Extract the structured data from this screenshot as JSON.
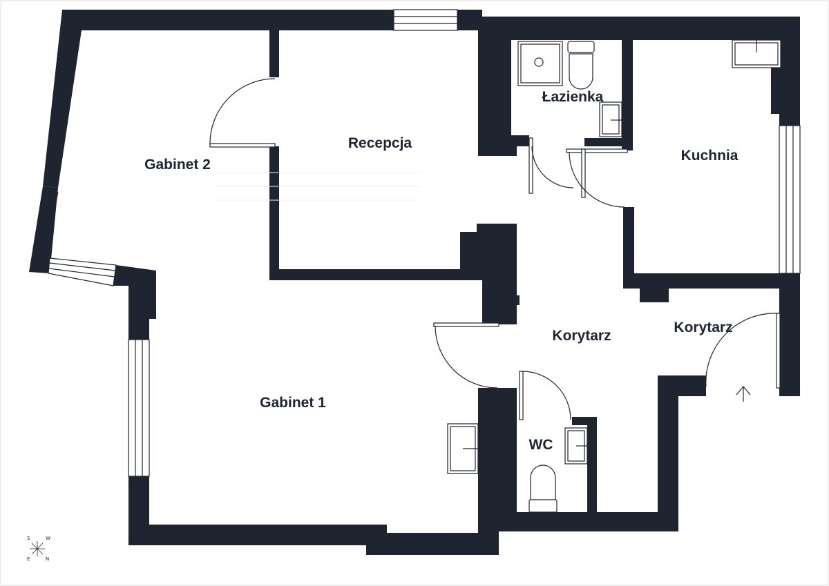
{
  "plan": {
    "rooms": [
      {
        "id": "gabinet-2",
        "label": "Gabinet 2"
      },
      {
        "id": "recepcja",
        "label": "Recepcja"
      },
      {
        "id": "lazienka",
        "label": "Łazienka"
      },
      {
        "id": "kuchnia",
        "label": "Kuchnia"
      },
      {
        "id": "korytarz-1",
        "label": "Korytarz"
      },
      {
        "id": "korytarz-2",
        "label": "Korytarz"
      },
      {
        "id": "gabinet-1",
        "label": "Gabinet 1"
      },
      {
        "id": "wc",
        "label": "WC"
      }
    ],
    "compass": {
      "s": "S",
      "w": "W",
      "e": "E",
      "n": "N"
    },
    "colors": {
      "wall": "#1e2530",
      "background": "#ffffff",
      "fixture_line": "#1e2530"
    }
  }
}
